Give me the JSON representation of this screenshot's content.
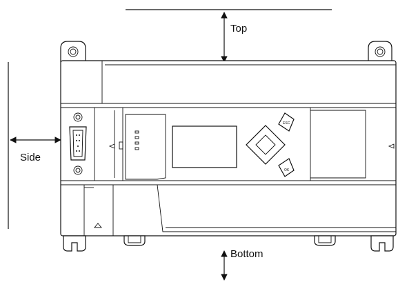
{
  "labels": {
    "top": "Top",
    "side": "Side",
    "bottom": "Bottom"
  },
  "keypad": {
    "esc": "ESC",
    "ok": "OK"
  },
  "colors": {
    "stroke": "#111111",
    "background": "#ffffff"
  }
}
